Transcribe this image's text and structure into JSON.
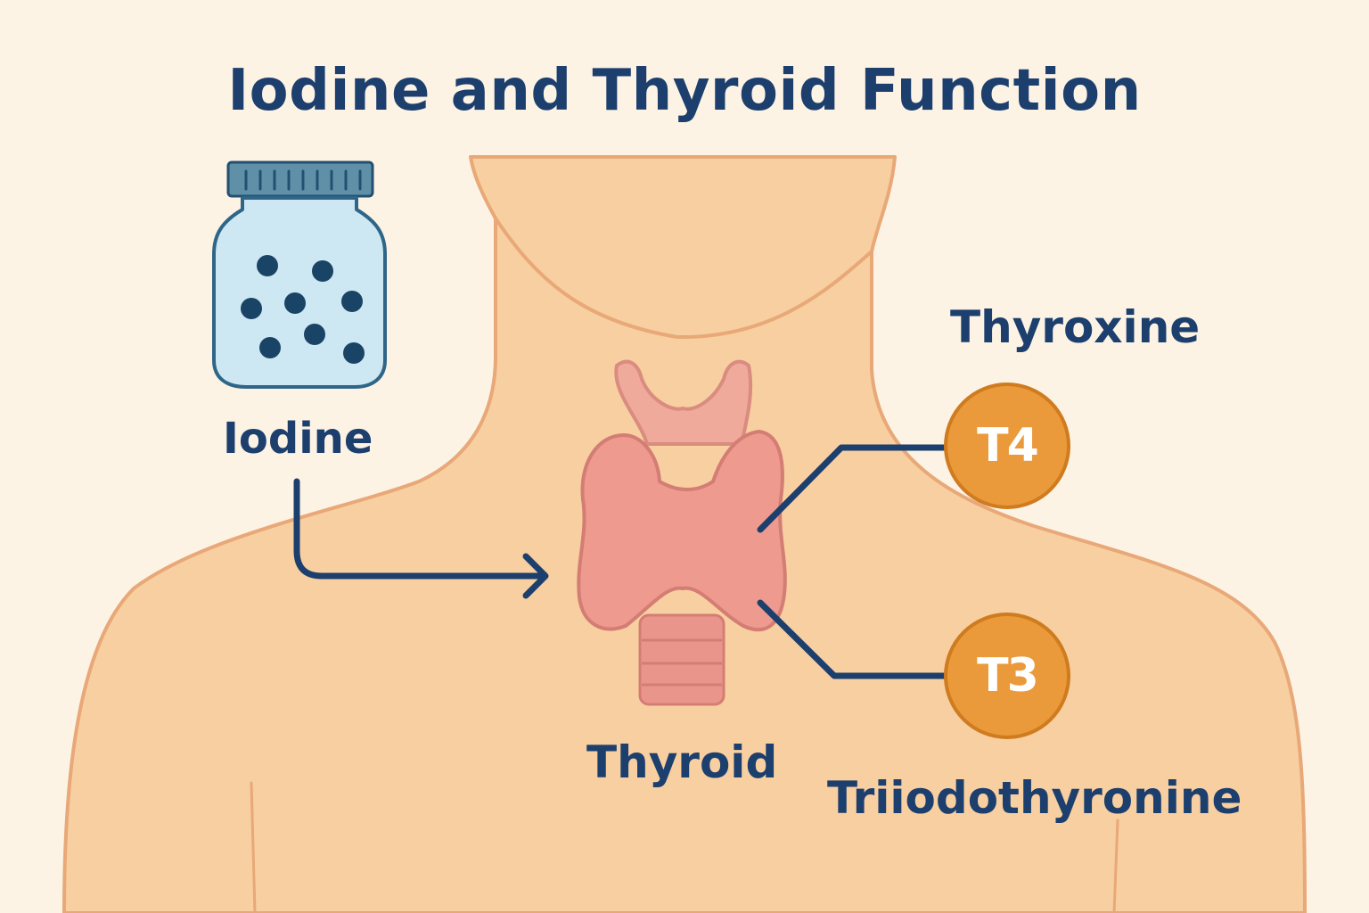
{
  "title": "Iodine and Thyroid Function",
  "labels": {
    "iodine": "Iodine",
    "thyroid": "Thyroid",
    "thyroxine": "Thyroxine",
    "triiodothyronine": "Triiodothyronine"
  },
  "badges": {
    "t4": "T4",
    "t3": "T3"
  },
  "icons": {
    "jar": "iodine-jar-icon",
    "gland": "thyroid-gland-icon",
    "arrow": "arrow-right-icon"
  },
  "colors": {
    "background": "#fdf3e4",
    "skin": "#f8cfa0",
    "skin_outline": "#e8a878",
    "thyroid": "#ee9a8e",
    "text": "#1c3f6e",
    "hormone_badge": "#ea9a3a",
    "jar_fill": "#cde8f2"
  }
}
